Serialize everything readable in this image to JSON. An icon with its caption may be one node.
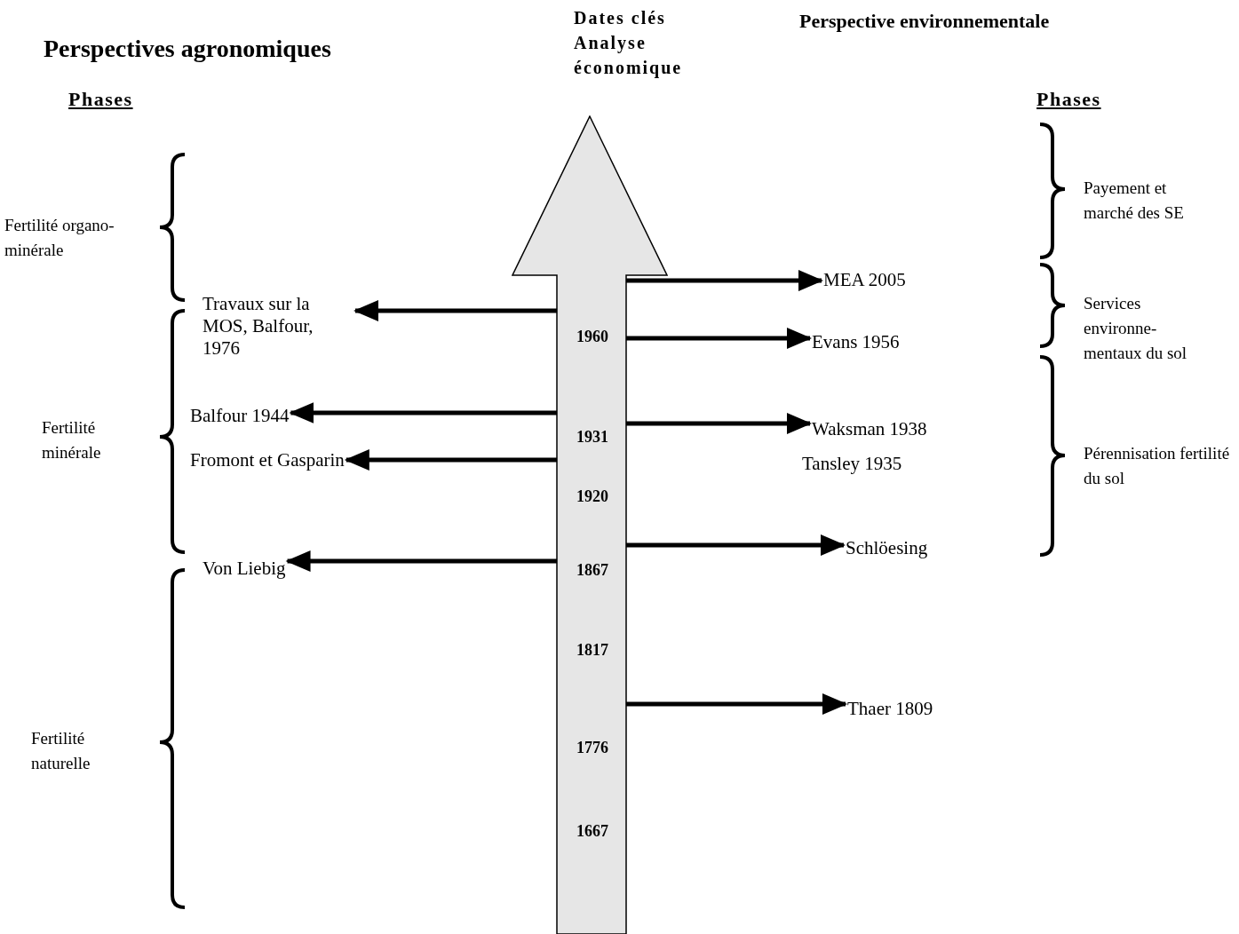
{
  "diagram": {
    "nodes": [
      {
        "text": [
          "1960",
          "1931",
          "1920",
          "1867",
          "1817",
          "1776",
          "1667"
        ]
      },
      {
        "text": [
          "Travaux sur la MOS, Balfour, 1976"
        ]
      },
      {
        "text": [
          "Balfour 1944"
        ]
      },
      {
        "text": [
          "Fromont et Gasparin"
        ]
      },
      {
        "text": [
          "Von Liebig"
        ]
      },
      {
        "text": [
          "MEA 2005"
        ]
      },
      {
        "text": [
          "Evans 1956"
        ]
      },
      {
        "text": [
          "Waksman 1938"
        ]
      },
      {
        "text": [
          "Schlöesing"
        ]
      },
      {
        "text": [
          "Thaer 1809"
        ]
      }
    ],
    "edges": [
      {
        "from": 0,
        "to": 1,
        "arrow": "to"
      },
      {
        "from": 0,
        "to": 2,
        "arrow": "to"
      },
      {
        "from": 0,
        "to": 3,
        "arrow": "to"
      },
      {
        "from": 0,
        "to": 4,
        "arrow": "to"
      },
      {
        "from": 0,
        "to": 5,
        "arrow": "to"
      },
      {
        "from": 0,
        "to": 6,
        "arrow": "to"
      },
      {
        "from": 0,
        "to": 7,
        "arrow": "to"
      },
      {
        "from": 0,
        "to": 8,
        "arrow": "to"
      },
      {
        "from": 0,
        "to": 9,
        "arrow": "to"
      }
    ],
    "labels": [
      "Dates clés Analyse économique",
      "Perspective environnementale",
      "Perspectives agronomiques",
      "Phases",
      "Phases",
      "Payement et marché des SE",
      "Fertilité organo- minérale",
      "Services environne- mentaux du sol",
      "Fertilité minérale",
      "Pérennisation fertilité du sol",
      "Tansley 1935",
      "Fertilité naturelle"
    ]
  }
}
